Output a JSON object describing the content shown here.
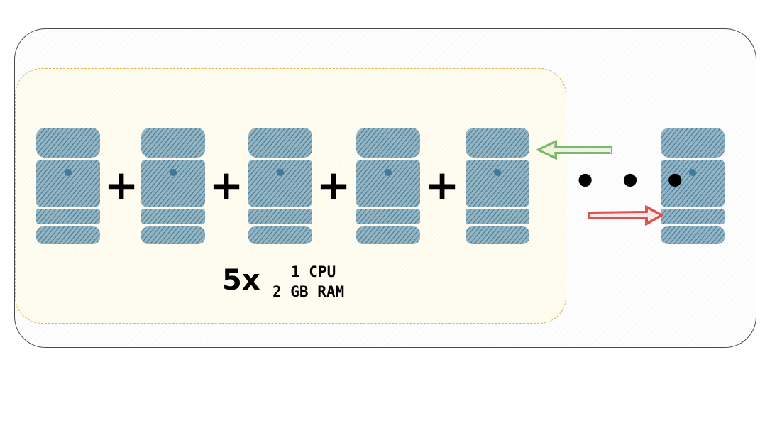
{
  "diagram": {
    "multiplier": "5x",
    "spec_cpu": "1 CPU",
    "spec_ram": "2 GB RAM",
    "plus_symbol": "+",
    "ellipsis": "• • •",
    "colors": {
      "server_fill": "#3f7a9b",
      "group_border": "#e0b24a",
      "group_fill": "#fffdf2",
      "frame_border": "#4a4a4a",
      "scale_in_arrow": "#7ab86a",
      "scale_out_arrow": "#d9534f"
    },
    "icons": [
      "server-icon",
      "scale-in-arrow-icon",
      "scale-out-arrow-icon"
    ]
  }
}
